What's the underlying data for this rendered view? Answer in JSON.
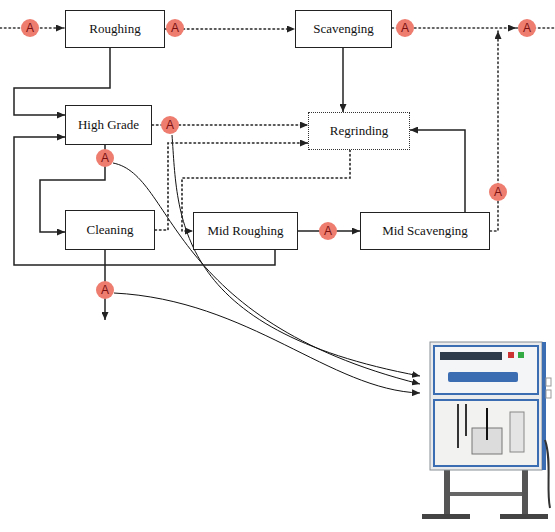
{
  "diagram": {
    "nodes": [
      {
        "text": [
          "Roughing"
        ]
      },
      {
        "text": [
          "Scavenging"
        ]
      },
      {
        "text": [
          "High Grade"
        ]
      },
      {
        "text": [
          "Regrinding"
        ]
      },
      {
        "text": [
          "Cleaning"
        ]
      },
      {
        "text": [
          "Mid Roughing"
        ]
      },
      {
        "text": [
          "Mid Scavenging"
        ]
      }
    ],
    "edges": [
      {
        "from": 0,
        "to": 1,
        "arrow": "to"
      },
      {
        "from": 0,
        "to": 2,
        "arrow": "to"
      },
      {
        "from": 1,
        "to": 3,
        "arrow": "to"
      },
      {
        "from": 2,
        "to": 3,
        "arrow": "to"
      },
      {
        "from": 2,
        "to": 4,
        "arrow": "to"
      },
      {
        "from": 4,
        "to": 3,
        "arrow": "to"
      },
      {
        "from": 3,
        "to": 5,
        "arrow": "to"
      },
      {
        "from": 5,
        "to": 6,
        "arrow": "to"
      },
      {
        "from": 6,
        "to": 3,
        "arrow": "to"
      },
      {
        "from": 5,
        "to": 2,
        "arrow": "to"
      }
    ],
    "labels": [
      "A",
      "A",
      "A",
      "A",
      "A",
      "A",
      "A",
      "A",
      "A"
    ]
  }
}
